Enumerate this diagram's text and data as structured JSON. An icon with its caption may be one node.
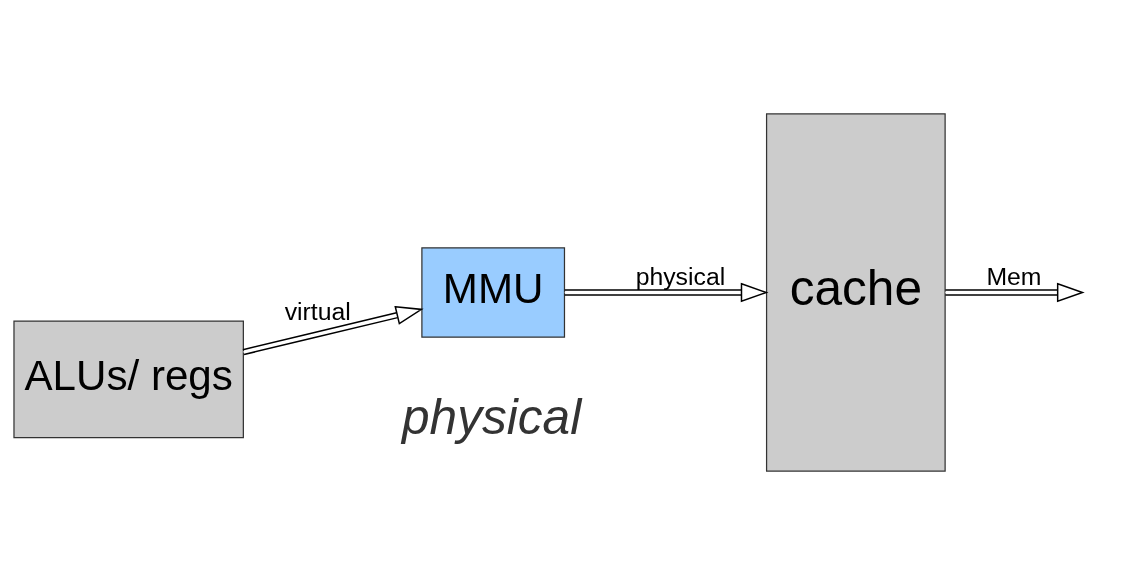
{
  "diagram": {
    "nodes": [
      {
        "text": [
          "ALUs/ regs"
        ]
      },
      {
        "text": [
          "MMU"
        ]
      },
      {
        "text": [
          "cache"
        ]
      }
    ],
    "edges": [
      {
        "from": 0,
        "to": 1,
        "arrow": "to",
        "label": "virtual"
      },
      {
        "from": 1,
        "to": 2,
        "arrow": "to",
        "label": "physical"
      },
      {
        "from": 2,
        "to": null,
        "arrow": "to",
        "label": "Mem"
      }
    ],
    "labels": [
      "physical"
    ]
  }
}
